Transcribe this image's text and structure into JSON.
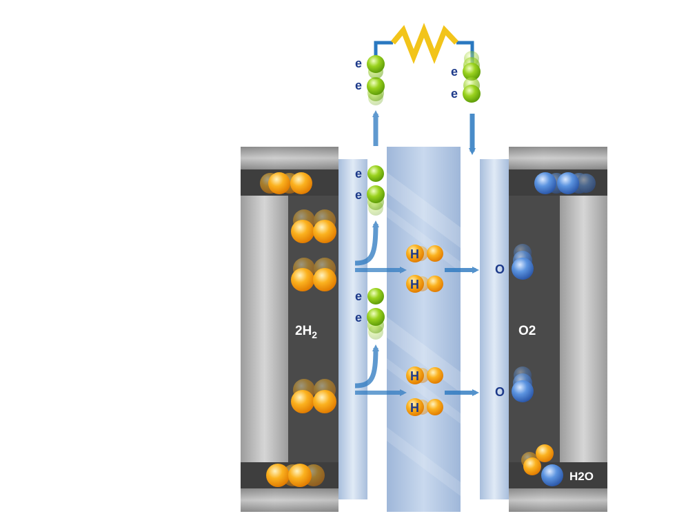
{
  "labels": {
    "anode_gas": "2H",
    "anode_gas_sub": "2",
    "cathode_gas": "O2",
    "water": "H2O",
    "electron": "e",
    "proton": "H",
    "oxygen": "O"
  },
  "colors": {
    "housing_gray": "#8a8a8a",
    "channel_dark": "#4a4a4a",
    "membrane_blue": "#b4c8e4",
    "electrode_blue": "#cdddf0",
    "arrow_blue": "#2a78c0",
    "label_navy": "#1d3a8a",
    "hydrogen_orange": "#f5a20a",
    "electron_green": "#8cc61c",
    "oxygen_blue": "#4a86d8",
    "resistor_yellow": "#f2c41a"
  }
}
